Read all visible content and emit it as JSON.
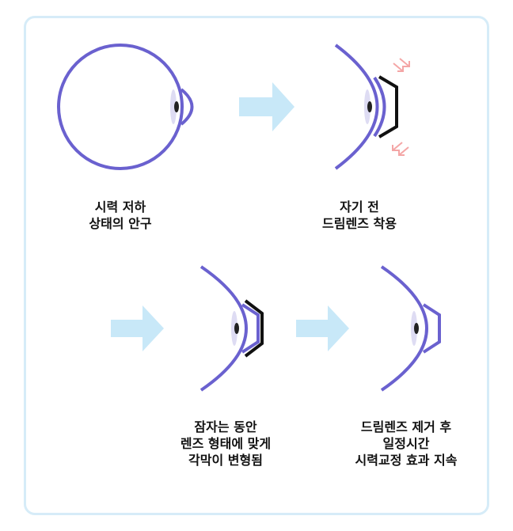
{
  "colors": {
    "border": "#d6ecf8",
    "eye": "#6a61cf",
    "arrow": "#c8e8f8",
    "iris": "#dedcf3",
    "pupil": "#222222",
    "lens": "#111111",
    "pressure": "#f4a6a6"
  },
  "steps": [
    {
      "lines": [
        "시력 저하",
        "상태의 안구"
      ]
    },
    {
      "lines": [
        "자기 전",
        "드림렌즈 착용"
      ]
    },
    {
      "lines": [
        "잠자는 동안",
        "렌즈 형태에 맞게",
        "각막이 변형됨"
      ]
    },
    {
      "lines": [
        "드림렌즈 제거 후",
        "일정시간",
        "시력교정 효과 지속"
      ]
    }
  ]
}
